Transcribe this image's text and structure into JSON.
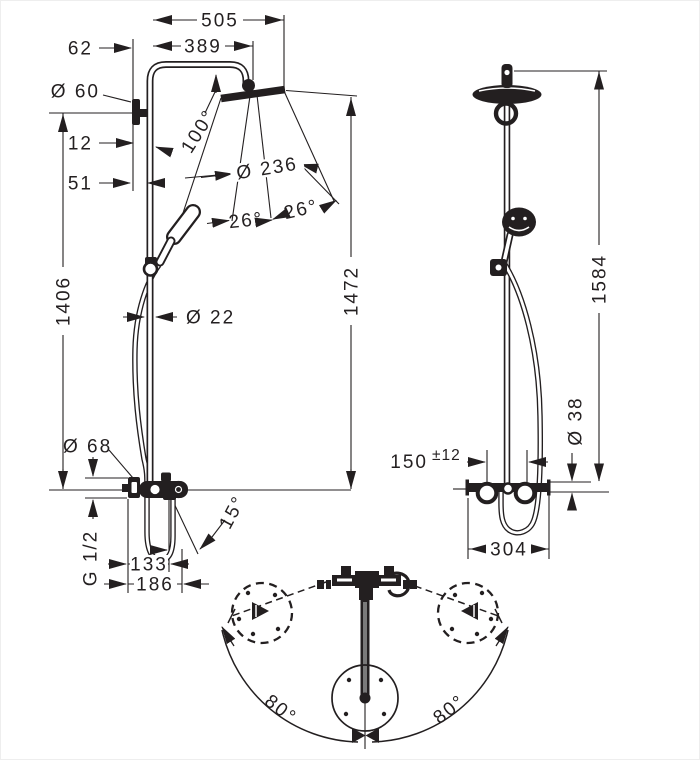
{
  "front": {
    "dims": {
      "d505": "505",
      "d389": "389",
      "d62": "62",
      "d60": "Ø 60",
      "d12": "12",
      "d51": "51",
      "d1406": "1406",
      "d100": "100°",
      "d236": "Ø 236",
      "d26_left": "26°",
      "d26_right": "26°",
      "d22": "Ø 22",
      "d1472": "1472",
      "d68": "Ø 68",
      "d15": "15°",
      "dG": "G 1/2",
      "d133": "133",
      "d186": "186"
    }
  },
  "side": {
    "dims": {
      "d1584": "1584",
      "d150": "150",
      "d150_tol": "±12",
      "d38": "Ø 38",
      "d304": "304"
    }
  },
  "top": {
    "dims": {
      "d80_left": "80°",
      "d80_right": "80°"
    }
  },
  "colors": {
    "line": "#231f20",
    "background": "#ffffff"
  }
}
